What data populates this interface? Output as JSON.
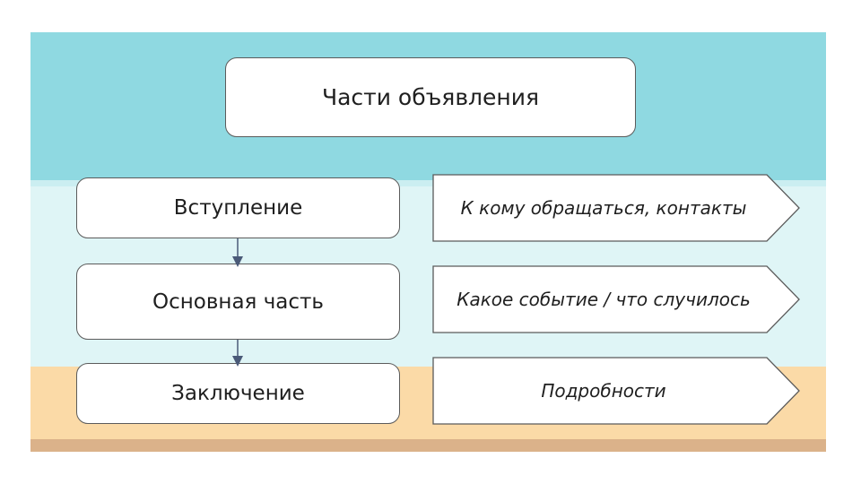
{
  "title": "Части объявления",
  "steps": [
    {
      "label": "Вступление",
      "note": "К кому обращаться, контакты"
    },
    {
      "label": "Основная часть",
      "note": "Какое событие / что случилось"
    },
    {
      "label": "Заключение",
      "note": "Подробности"
    }
  ],
  "colors": {
    "top_band": "#8fd9e1",
    "middle_band": "#dff5f6",
    "bottom_band": "#fbdaa7",
    "base_strip": "#dbb28a",
    "outline": "#5b5b5b",
    "connector": "#4a5a78"
  }
}
